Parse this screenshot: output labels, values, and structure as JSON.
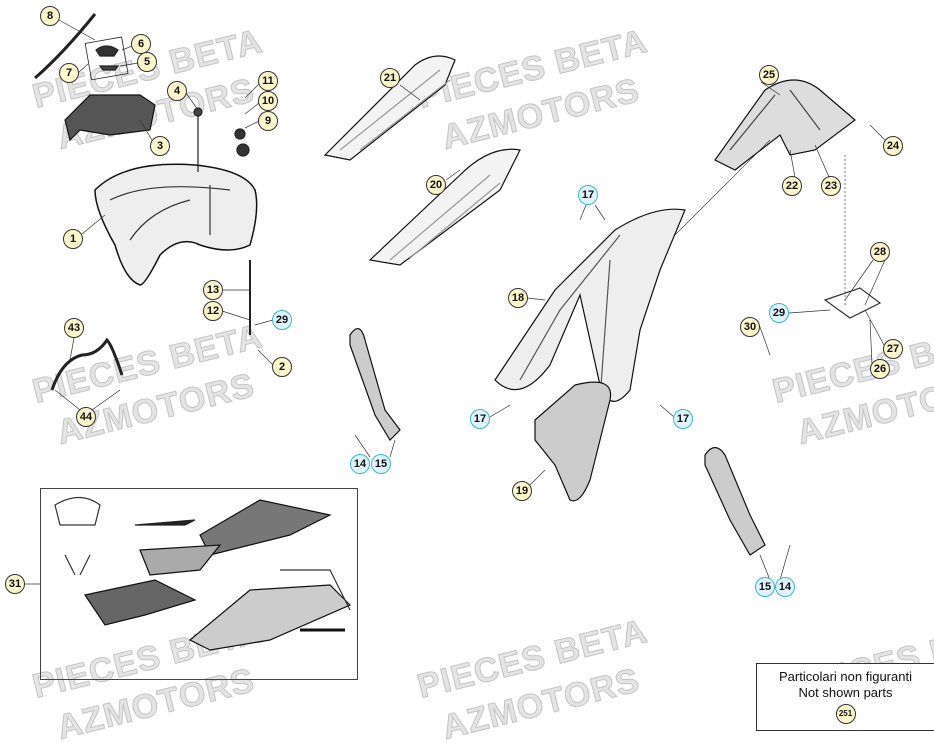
{
  "watermark": {
    "line1": "PIECES BETA",
    "line2": "AZMOTORS"
  },
  "callouts": [
    "8",
    "6",
    "5",
    "7",
    "4",
    "11",
    "10",
    "9",
    "3",
    "1",
    "13",
    "12",
    "29",
    "2",
    "43",
    "44",
    "21",
    "20",
    "25",
    "24",
    "22",
    "23",
    "17",
    "18",
    "28",
    "29",
    "30",
    "27",
    "26",
    "17",
    "17",
    "14",
    "15",
    "19",
    "15",
    "14",
    "31"
  ],
  "not_shown_box": {
    "line1": "Particolari non figuranti",
    "line2": "Not shown parts",
    "part": "251"
  },
  "colors": {
    "callout_fill": "#fbf6cc",
    "callout_blue_border": "#3bb7d0"
  }
}
